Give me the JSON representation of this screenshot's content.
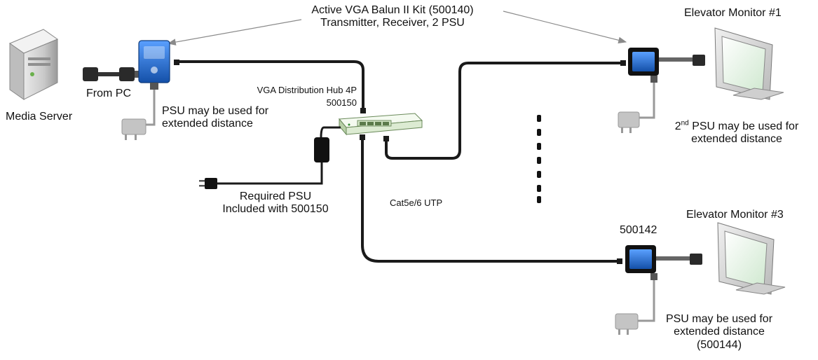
{
  "labels": {
    "kit_line1": "Active VGA Balun II Kit (500140)",
    "kit_line2": "Transmitter, Receiver, 2 PSU",
    "monitor1": "Elevator Monitor #1",
    "monitor3": "Elevator Monitor #3",
    "media_server": "Media Server",
    "from_pc": "From PC",
    "psu_tx_line1": "PSU may be used for",
    "psu_tx_line2": "extended distance",
    "hub_line1": "VGA Distribution Hub 4P",
    "hub_line2": "500150",
    "second_psu_prefix": "2",
    "second_psu_sup": "nd",
    "second_psu_rest": " PSU may be used for",
    "second_psu_line2": "extended distance",
    "required_psu_line1": "Required PSU",
    "required_psu_line2": "Included with 500150",
    "cable": "Cat5e/6 UTP",
    "receiver3_part": "500142",
    "psu_rx3_line1": "PSU may be used for",
    "psu_rx3_line2": "extended distance",
    "psu_rx3_line3": "(500144)"
  },
  "colors": {
    "cable": "#1a1a1a",
    "balun": "#1a66c8",
    "hub": "#e6f2dc",
    "psu": "#bfbfbf",
    "screen": "#d8ecd8",
    "arrow": "#8a8a8a"
  }
}
